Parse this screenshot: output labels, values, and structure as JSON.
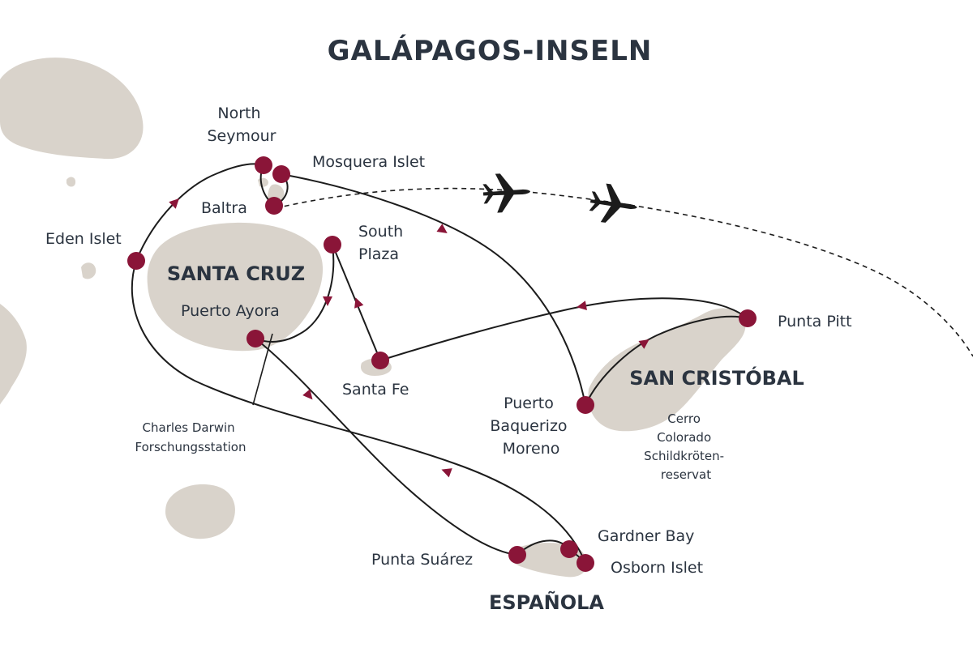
{
  "title": "GALÁPAGOS-INSELN",
  "colors": {
    "land": "#d9d3cb",
    "stop": "#8a1538",
    "route": "#1c1c1c",
    "text": "#2b3440",
    "background": "#ffffff"
  },
  "islands": {
    "santa_cruz": "SANTA CRUZ",
    "san_cristobal": "SAN CRISTÓBAL",
    "espanola": "ESPAÑOLA"
  },
  "stops": {
    "north_seymour": [
      "North",
      "Seymour"
    ],
    "mosquera_islet": "Mosquera Islet",
    "baltra": "Baltra",
    "eden_islet": "Eden Islet",
    "south_plaza": [
      "South",
      "Plaza"
    ],
    "puerto_ayora": "Puerto Ayora",
    "santa_fe": "Santa Fe",
    "puerto_baquerizo_moreno": [
      "Puerto",
      "Baquerizo",
      "Moreno"
    ],
    "punta_pitt": "Punta Pitt",
    "gardner_bay": "Gardner Bay",
    "osborn_islet": "Osborn Islet",
    "punta_suarez": "Punta Suárez"
  },
  "annotations": {
    "charles_darwin": [
      "Charles Darwin",
      "Forschungsstation"
    ],
    "cerro_colorado": [
      "Cerro",
      "Colorado",
      "Schildkröten-",
      "reservat"
    ]
  },
  "icons": [
    "airplane-icon",
    "airplane-icon"
  ]
}
